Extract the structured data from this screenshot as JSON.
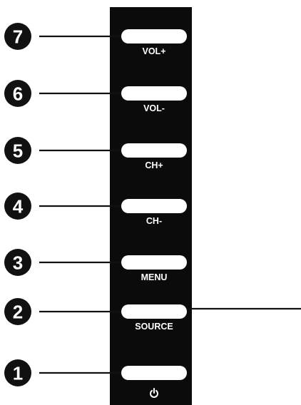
{
  "controls": [
    {
      "number": "7",
      "label": "VOL+"
    },
    {
      "number": "6",
      "label": "VOL-"
    },
    {
      "number": "5",
      "label": "CH+"
    },
    {
      "number": "4",
      "label": "CH-"
    },
    {
      "number": "3",
      "label": "MENU"
    },
    {
      "number": "2",
      "label": "SOURCE"
    },
    {
      "number": "1",
      "label": "",
      "icon": "power-icon"
    }
  ],
  "colors": {
    "panel": "#0b0b0b",
    "button": "#ffffff",
    "badge": "#111111",
    "line": "#111111"
  }
}
